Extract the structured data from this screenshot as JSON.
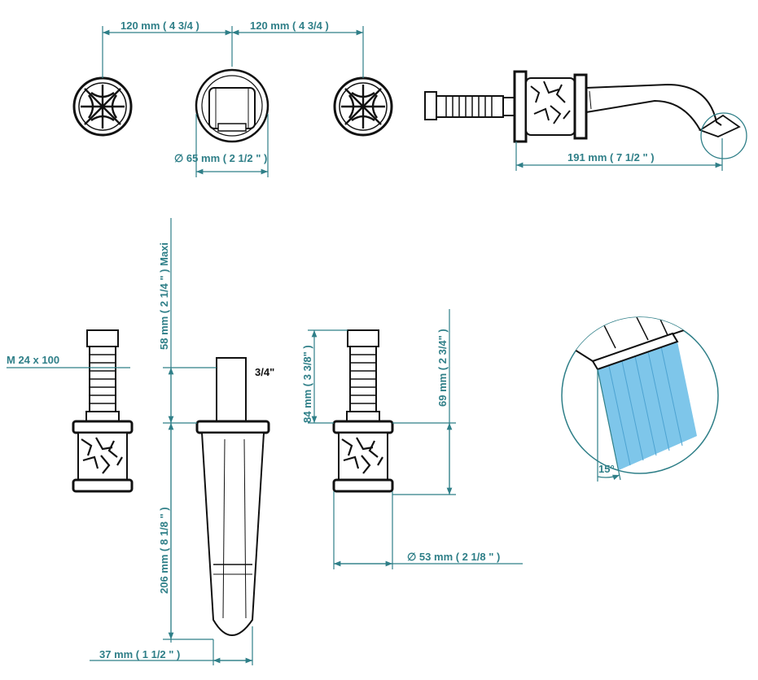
{
  "colors": {
    "dimension": "#2f7f88",
    "outline": "#111111",
    "water": "#7ec6ea",
    "water_line": "#4da3d1"
  },
  "dimensions": {
    "spacing_left": "120 mm ( 4 3/4 )",
    "spacing_right": "120 mm ( 4 3/4 )",
    "flange_diameter": "∅  65 mm ( 2 1/2 \" )",
    "spout_projection": "191 mm ( 7 1/2 \" )",
    "thread": "M  24  x 100",
    "max_height": "58 mm ( 2 1/4 \" ) Maxi",
    "connection": "3/4\"",
    "spout_length": "206 mm ( 8 1/8 \" )",
    "spout_diameter": "37 mm ( 1 1/2 \" )",
    "valve_height": "84 mm ( 3 3/8\" )",
    "valve_body_height": "69 mm ( 2 3/4\" )",
    "valve_diameter": "∅  53 mm ( 2 1/8 \" )",
    "spray_angle": "15°"
  }
}
